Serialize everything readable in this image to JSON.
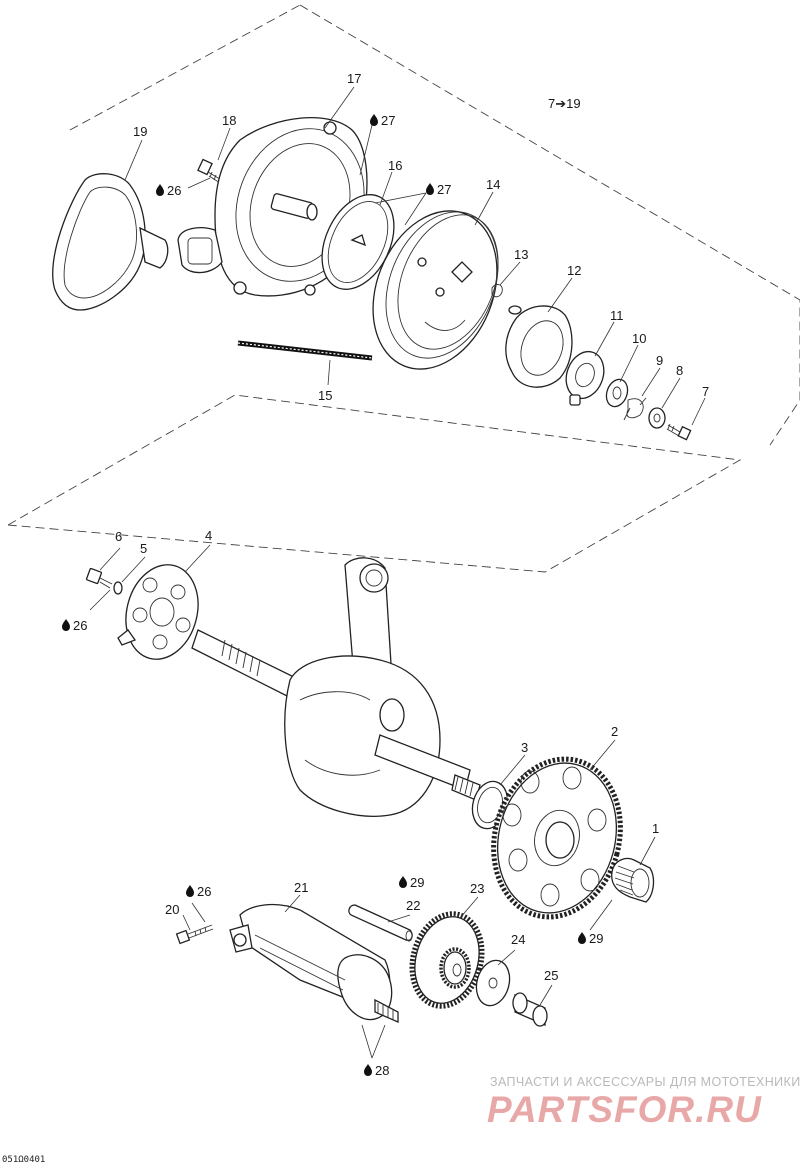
{
  "callouts": {
    "c1": "1",
    "c2": "2",
    "c3": "3",
    "c4": "4",
    "c5": "5",
    "c6": "6",
    "c7": "7",
    "c8": "8",
    "c9": "9",
    "c10": "10",
    "c11": "11",
    "c12": "12",
    "c13": "13",
    "c14": "14",
    "c15": "15",
    "c16": "16",
    "c17": "17",
    "c18": "18",
    "c19": "19",
    "c20": "20",
    "c21": "21",
    "c22": "22",
    "c23": "23",
    "c24": "24",
    "c25": "25",
    "group_ref": "7➔19"
  },
  "lubricants": {
    "l26a": "26",
    "l26b": "26",
    "l26c": "26",
    "l27a": "27",
    "l27b": "27",
    "l28": "28",
    "l29a": "29",
    "l29b": "29"
  },
  "drawing_code": "051Ω0401",
  "watermark": {
    "tagline": "ЗАПЧАСТИ И АКСЕССУАРЫ ДЛЯ МОТОТЕХНИКИ",
    "brand": "PARTSFOR.RU"
  },
  "colors": {
    "line": "#222222",
    "watermark_brand": "#e8a8a8",
    "watermark_tagline": "#b9b9b9"
  }
}
